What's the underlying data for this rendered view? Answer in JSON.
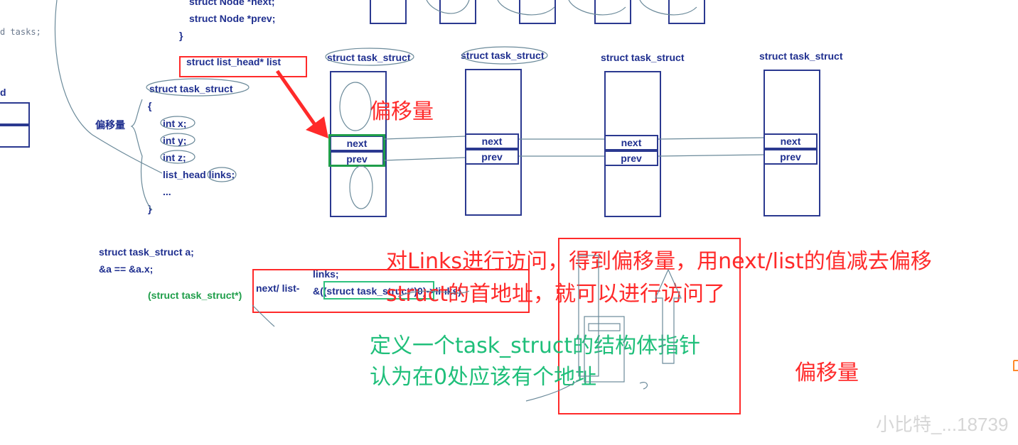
{
  "top_code": {
    "line1": "struct Node *next;",
    "line2": "struct Node *prev;",
    "brace": "}"
  },
  "left_fragment": {
    "tasks": "d tasks;",
    "d": "d"
  },
  "list_head_decl": "struct list_head*  list",
  "struct_def": {
    "header": "struct  task_struct",
    "open": "{",
    "fields": [
      "int x;",
      "int y;",
      "int z;",
      "list_head links;",
      "..."
    ],
    "close": "}",
    "side_label": "偏移量"
  },
  "nodes": [
    {
      "title": "struct task_struct",
      "next": "next",
      "prev": "prev"
    },
    {
      "title": "struct task_struct",
      "next": "next",
      "prev": "prev"
    },
    {
      "title": "struct task_struct",
      "next": "next",
      "prev": "prev"
    },
    {
      "title": "struct task_struct",
      "next": "next",
      "prev": "prev"
    }
  ],
  "offset_label_1": "偏移量",
  "bottom_code": {
    "line1": "struct task_struct a;",
    "line2": "&a == &a.x;",
    "cast": "(struct task_struct*)"
  },
  "formula": {
    "links": "links;",
    "prefix": "next/ list-",
    "expr": "&((struct task_struct*)0)->links)"
  },
  "note_red_1": "对Links进行访问，得到偏移量，用next/list的值减去偏移",
  "note_red_2": "struct的首地址，就可以进行访问了",
  "note_green_1": "定义一个task_struct的结构体指针",
  "note_green_2": "认为在0处应该有个地址",
  "offset_label_2": "偏移量",
  "watermark": "小比特_...18739"
}
